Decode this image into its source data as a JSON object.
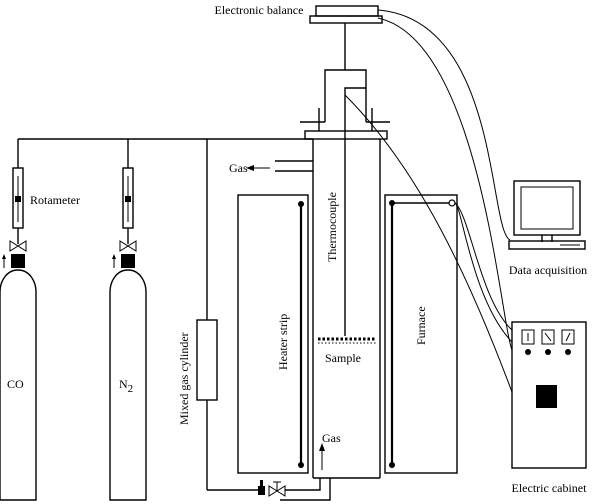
{
  "labels": {
    "electronic_balance": "Electronic balance",
    "gas_outlet": "Gas",
    "thermocouple": "Thermocouple",
    "rotameter": "Rotameter",
    "data_acquisition": "Data acquisition",
    "heater_strip": "Heater strip",
    "furnace": "Furnace",
    "sample": "Sample",
    "mixed_gas_cylinder": "Mixed gas cylinder",
    "co": "CO",
    "n2_base": "N",
    "n2_sub": "2",
    "gas_inlet": "Gas",
    "electric_cabinet": "Electric cabinet"
  }
}
